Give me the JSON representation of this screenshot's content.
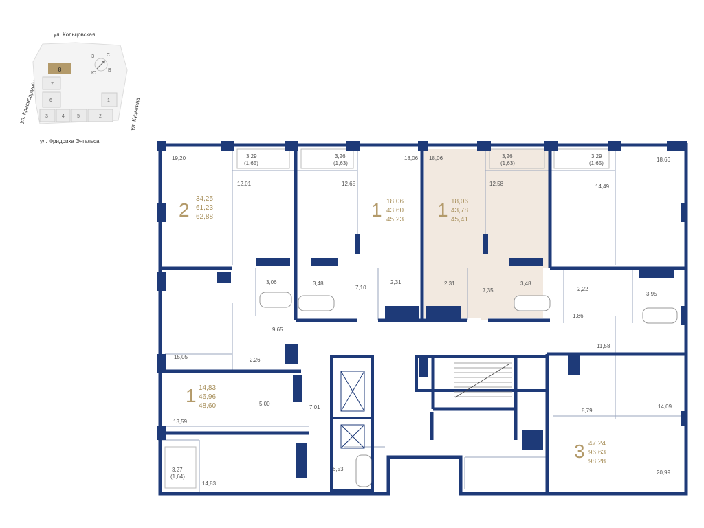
{
  "location_map": {
    "street_top": "ул. Кольцовская",
    "street_left": "ул. Красноармейская",
    "street_right": "ул. Куцыгина",
    "street_bottom": "ул. Фридриха Энгельса",
    "compass": [
      "С",
      "Ю",
      "В",
      "З"
    ],
    "current_building": "8",
    "other_buildings": [
      "7",
      "6",
      "5",
      "4",
      "3",
      "2",
      "1"
    ]
  },
  "apartments": [
    {
      "rooms": "2",
      "living": "34,25",
      "total": "61,23",
      "full": "62,88"
    },
    {
      "rooms": "1",
      "living": "18,06",
      "total": "43,60",
      "full": "45,23"
    },
    {
      "rooms": "1",
      "living": "18,06",
      "total": "43,78",
      "full": "45,41",
      "selected": true
    },
    {
      "rooms": "1",
      "living": "14,83",
      "total": "46,96",
      "full": "48,60"
    },
    {
      "rooms": "3",
      "living": "47,24",
      "total": "96,63",
      "full": "98,28"
    }
  ],
  "room_labels": {
    "r1": "19,20",
    "r2": "3,29",
    "r3": "(1,65)",
    "r4": "12,01",
    "r5": "3,26",
    "r6": "(1,63)",
    "r7": "12,65",
    "r8": "18,06",
    "r9": "18,06",
    "r10": "3,26",
    "r11": "(1,63)",
    "r12": "12,58",
    "r13": "3,29",
    "r14": "(1,65)",
    "r15": "14,49",
    "r16": "18,66",
    "r17": "3,06",
    "r18": "3,48",
    "r19": "7,10",
    "r20": "2,31",
    "r21": "2,31",
    "r22": "7,35",
    "r23": "3,48",
    "r24": "2,22",
    "r25": "3,95",
    "r26": "1,86",
    "r27": "9,65",
    "r28": "15,05",
    "r29": "2,26",
    "r30": "11,58",
    "r31": "5,00",
    "r32": "7,01",
    "r33": "8,79",
    "r34": "14,09",
    "r35": "13,59",
    "r36": "3,27",
    "r37": "(1,64)",
    "r38": "14,83",
    "r39": "6,53",
    "r40": "20,99"
  },
  "colors": {
    "wall": "#1e3a78",
    "selected_fill": "#f2e9e0",
    "accent": "#b39a6a"
  }
}
